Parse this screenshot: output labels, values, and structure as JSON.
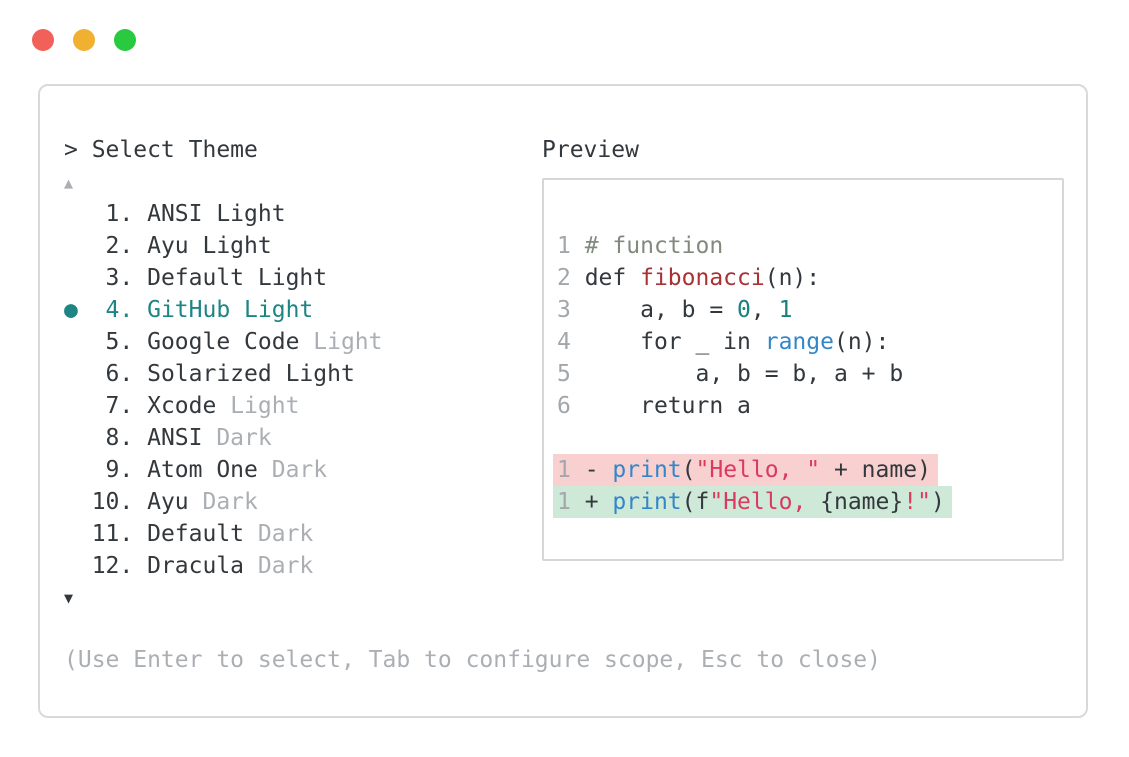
{
  "palette": {
    "accent_teal": "#1d8583",
    "text_dark": "#33383d",
    "text_dim": "#abafb4",
    "line_number": "#a2a7ac",
    "comment": "#828a7d",
    "keyword_red": "#a83234",
    "builtin_blue": "#3287c8",
    "number_teal": "#18807d",
    "string_red": "#da3a5e",
    "diff_removed_bg": "#f8d0d0",
    "diff_added_bg": "#cfe9d9",
    "panel_border": "#d9d9d9",
    "preview_border": "#d6d6d6",
    "traffic_red": "#f2605a",
    "traffic_yellow": "#f0b030",
    "traffic_green": "#29c940"
  },
  "window": {
    "traffic_lights": [
      "close",
      "minimize",
      "zoom"
    ]
  },
  "panel": {
    "prompt": "> Select Theme",
    "scroll_up_indicator": "▲",
    "scroll_down_indicator": "▼",
    "footer_hint": "(Use Enter to select, Tab to configure scope, Esc to close)",
    "themes": [
      {
        "number": "1",
        "text": "ANSI Light",
        "dim_part": "",
        "selected": false
      },
      {
        "number": "2",
        "text": "Ayu Light",
        "dim_part": "",
        "selected": false
      },
      {
        "number": "3",
        "text": "Default Light",
        "dim_part": "",
        "selected": false
      },
      {
        "number": "4",
        "text": "GitHub Light",
        "dim_part": "",
        "selected": true
      },
      {
        "number": "5",
        "text": "Google Code",
        "dim_part": " Light",
        "selected": false
      },
      {
        "number": "6",
        "text": "Solarized Light",
        "dim_part": "",
        "selected": false
      },
      {
        "number": "7",
        "text": "Xcode",
        "dim_part": " Light",
        "selected": false
      },
      {
        "number": "8",
        "text": "ANSI",
        "dim_part": " Dark",
        "selected": false
      },
      {
        "number": "9",
        "text": "Atom One",
        "dim_part": " Dark",
        "selected": false
      },
      {
        "number": "10",
        "text": "Ayu",
        "dim_part": " Dark",
        "selected": false
      },
      {
        "number": "11",
        "text": "Default",
        "dim_part": " Dark",
        "selected": false
      },
      {
        "number": "12",
        "text": "Dracula",
        "dim_part": " Dark",
        "selected": false
      }
    ]
  },
  "preview": {
    "label": "Preview",
    "code_lines": [
      {
        "number": "1",
        "segments": [
          {
            "text": "# function",
            "color": "comment"
          }
        ]
      },
      {
        "number": "2",
        "segments": [
          {
            "text": "def ",
            "color": "text"
          },
          {
            "text": "fibonacci",
            "color": "red"
          },
          {
            "text": "(n):",
            "color": "text"
          }
        ]
      },
      {
        "number": "3",
        "segments": [
          {
            "text": "    a, b = ",
            "color": "text"
          },
          {
            "text": "0",
            "color": "teal"
          },
          {
            "text": ", ",
            "color": "text"
          },
          {
            "text": "1",
            "color": "teal"
          }
        ]
      },
      {
        "number": "4",
        "segments": [
          {
            "text": "    for _ in ",
            "color": "text"
          },
          {
            "text": "range",
            "color": "blue"
          },
          {
            "text": "(n):",
            "color": "text"
          }
        ]
      },
      {
        "number": "5",
        "segments": [
          {
            "text": "        a, b = b, a + b",
            "color": "text"
          }
        ]
      },
      {
        "number": "6",
        "segments": [
          {
            "text": "    return a",
            "color": "text"
          }
        ]
      }
    ],
    "diff_lines": [
      {
        "number": "1",
        "type": "removed",
        "segments": [
          {
            "text": " - ",
            "color": "text"
          },
          {
            "text": "print",
            "color": "blue"
          },
          {
            "text": "(",
            "color": "text"
          },
          {
            "text": "\"Hello, \"",
            "color": "string"
          },
          {
            "text": " + name)",
            "color": "text"
          }
        ]
      },
      {
        "number": "1",
        "type": "added",
        "segments": [
          {
            "text": " + ",
            "color": "text"
          },
          {
            "text": "print",
            "color": "blue"
          },
          {
            "text": "(f",
            "color": "text"
          },
          {
            "text": "\"Hello, ",
            "color": "string"
          },
          {
            "text": "{name}",
            "color": "text"
          },
          {
            "text": "!\"",
            "color": "string"
          },
          {
            "text": ")",
            "color": "text"
          }
        ]
      }
    ]
  }
}
